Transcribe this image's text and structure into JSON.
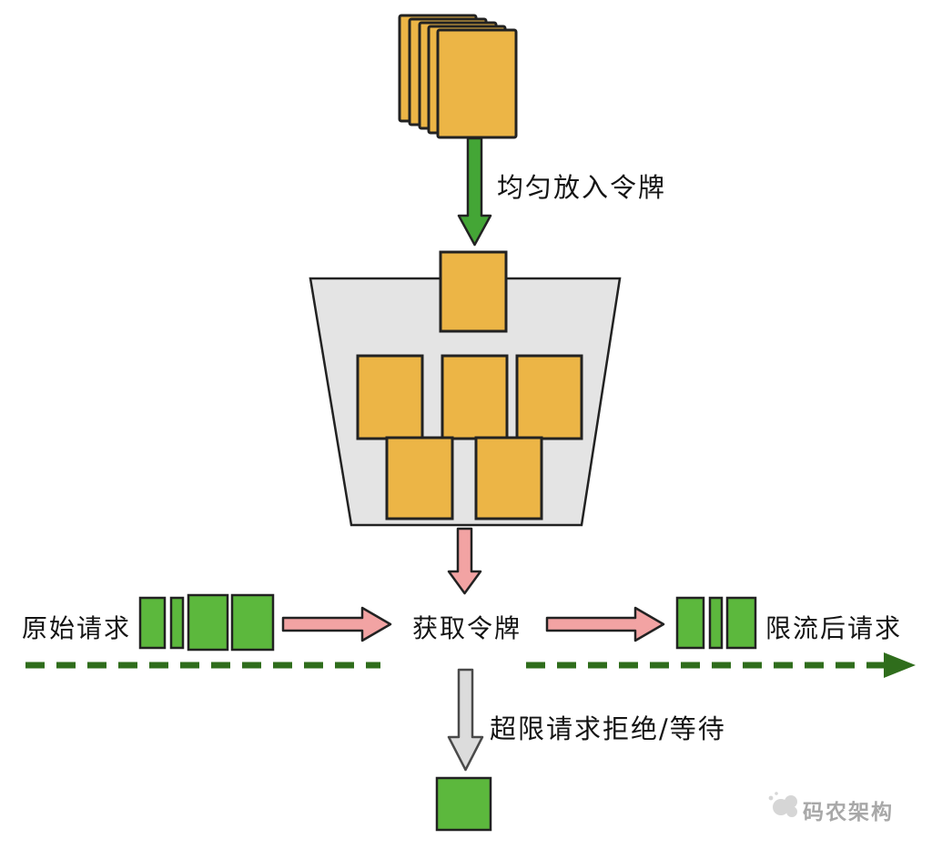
{
  "diagram": {
    "title_semantic": "token-bucket-rate-limiting",
    "labels": {
      "top_arrow": "均匀放入令牌",
      "left_flow": "原始请求",
      "center_flow": "获取令牌",
      "right_flow": "限流后请求",
      "bottom_arrow": "超限请求拒绝/等待"
    },
    "watermark": {
      "text": "码农架构"
    },
    "colors": {
      "token": "#ECB546",
      "request_green": "#5CB83D",
      "arrow_green": "#44A636",
      "arrow_pink": "#F2A3A3",
      "arrow_gray": "#DCDCDC",
      "bucket_fill": "#E4E4E4",
      "dash_green": "#2F6D1C",
      "outline": "#222222",
      "watermark_gray": "#A8A8A8"
    }
  }
}
